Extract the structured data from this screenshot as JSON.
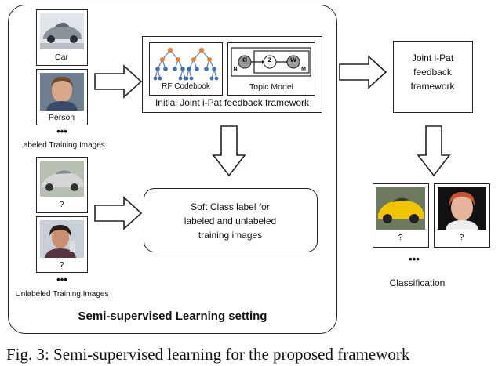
{
  "panel": {
    "title": "Semi-supervised Learning setting"
  },
  "labeled": {
    "items": [
      {
        "label": "Car"
      },
      {
        "label": "Person"
      }
    ],
    "dots": "•••",
    "group_label": "Labeled Training Images"
  },
  "unlabeled": {
    "items": [
      {
        "label": "?"
      },
      {
        "label": "?"
      }
    ],
    "dots": "•••",
    "group_label": "Unlabeled Training Images"
  },
  "initial_framework": {
    "codebook_label": "RF Codebook",
    "topic_model_label": "Topic Model",
    "caption": "Initial Joint i-Pat feedback framework",
    "nodes": {
      "d": "d",
      "z": "z",
      "w": "w",
      "n": "N",
      "m": "M"
    }
  },
  "soft_label": {
    "line1": "Soft Class label for",
    "line2": "labeled and unlabeled",
    "line3": "training images"
  },
  "joint_framework": {
    "line1": "Joint i-Pat",
    "line2": "feedback",
    "line3": "framework"
  },
  "classification": {
    "items": [
      {
        "label": "?"
      },
      {
        "label": "?"
      }
    ],
    "dots": "•••",
    "label": "Classification"
  },
  "figure_caption": "Fig. 3: Semi-supervised learning for the proposed framework"
}
